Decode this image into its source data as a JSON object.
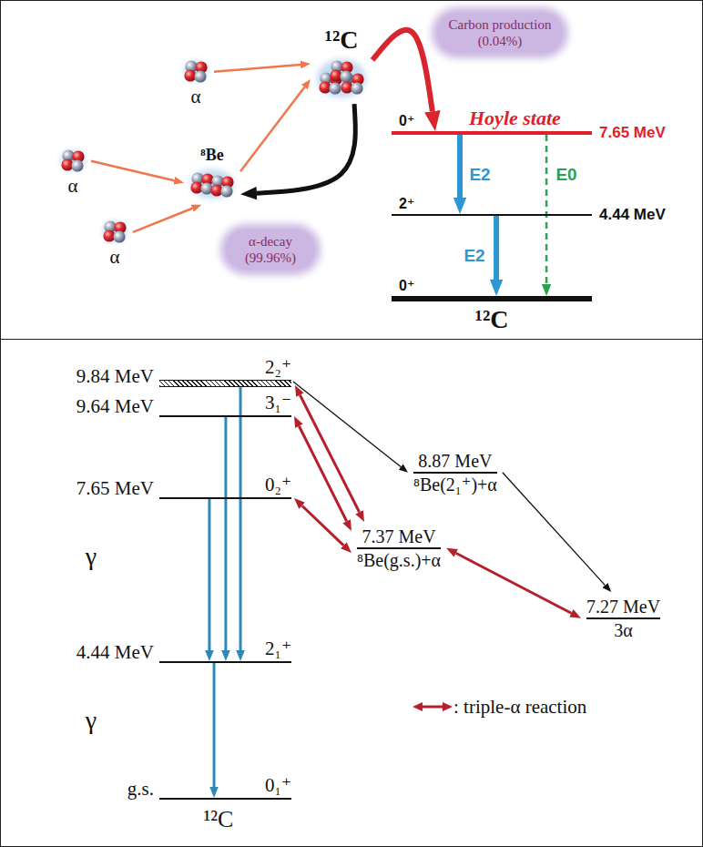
{
  "diagram": {
    "nodes": [
      {
        "text": [
          "α"
        ]
      },
      {
        "text": [
          "¹²C"
        ]
      },
      {
        "text": [
          "Carbon production (0.04%)"
        ]
      },
      {
        "text": [
          "⁸Be"
        ]
      },
      {
        "text": [
          "α"
        ]
      },
      {
        "text": [
          "α-decay (99.96%)"
        ]
      },
      {
        "text": [
          "α"
        ]
      },
      {
        "text": [
          "0⁺",
          "Hoyle state",
          "7.65 MeV"
        ]
      },
      {
        "text": [
          "2⁺",
          "4.44 MeV"
        ]
      },
      {
        "text": [
          "0⁺"
        ]
      },
      {
        "text": [
          "9.84 MeV",
          "2₂⁺"
        ]
      },
      {
        "text": [
          "9.64 MeV",
          "3₁⁻"
        ]
      },
      {
        "text": [
          "8.87 MeV",
          "⁸Be(2₁⁺)+α"
        ]
      },
      {
        "text": [
          "7.65 MeV",
          "0₂⁺"
        ]
      },
      {
        "text": [
          "7.37 MeV",
          "⁸Be(g.s.)+α"
        ]
      },
      {
        "text": [
          "7.27 MeV",
          "3α"
        ]
      },
      {
        "text": [
          "4.44 MeV",
          "2₁⁺"
        ]
      },
      {
        "text": [
          "g.s.",
          "0₁⁺"
        ]
      }
    ],
    "edges": [
      {
        "from": 4,
        "to": 3,
        "arrow": "to"
      },
      {
        "from": 6,
        "to": 3,
        "arrow": "to"
      },
      {
        "from": 3,
        "to": 1,
        "arrow": "to"
      },
      {
        "from": 0,
        "to": 1,
        "arrow": "to"
      },
      {
        "from": 1,
        "to": 3,
        "arrow": "to"
      },
      {
        "from": 1,
        "to": 7,
        "arrow": "to"
      },
      {
        "from": 7,
        "to": 8,
        "label": "E2",
        "arrow": "to"
      },
      {
        "from": 8,
        "to": 9,
        "label": "E2",
        "arrow": "to"
      },
      {
        "from": 7,
        "to": 9,
        "label": "E0",
        "arrow": "to"
      },
      {
        "from": 10,
        "to": 12,
        "arrow": "to"
      },
      {
        "from": 12,
        "to": 15,
        "arrow": "to"
      },
      {
        "from": 13,
        "to": 14,
        "arrow": "both"
      },
      {
        "from": 11,
        "to": 14,
        "arrow": "both"
      },
      {
        "from": 10,
        "to": 14,
        "arrow": "both"
      },
      {
        "from": 14,
        "to": 15,
        "arrow": "both"
      },
      {
        "from": 13,
        "to": 16,
        "arrow": "to"
      },
      {
        "from": 11,
        "to": 16,
        "arrow": "to"
      },
      {
        "from": 10,
        "to": 16,
        "arrow": "to"
      },
      {
        "from": 16,
        "to": 17,
        "arrow": "to"
      }
    ],
    "labels": [
      "¹²C",
      "γ",
      "γ",
      "¹²C"
    ],
    "legend": [
      {
        "text": ": triple-α reaction"
      }
    ]
  }
}
